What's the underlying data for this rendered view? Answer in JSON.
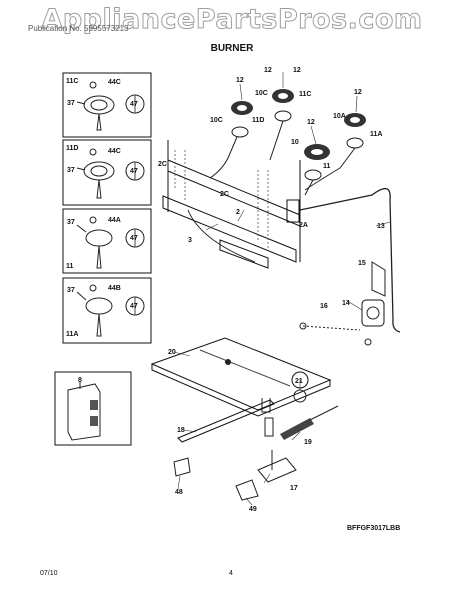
{
  "watermark": "AppliancePartsPros.com",
  "header": {
    "subtitle": "Publication No. 5995573213",
    "title": "BURNER"
  },
  "callouts": {
    "c11C": "11C",
    "c11D": "11D",
    "c11": "11",
    "c11A": "11A",
    "c44C": "44C",
    "c44A": "44A",
    "c44B": "44B",
    "c37": "37",
    "c47": "47",
    "c12": "12",
    "c10": "10",
    "c10A": "10A",
    "c10C": "10C",
    "c2": "2",
    "c2A": "2A",
    "c2C": "2C",
    "c3": "3",
    "c13": "13",
    "c14": "14",
    "c15": "15",
    "c16": "16",
    "c8": "8",
    "c17": "17",
    "c18": "18",
    "c19": "19",
    "c20": "20",
    "c21": "21",
    "c48": "48",
    "c49": "49"
  },
  "diagram_code": "BFFGF3017LBB",
  "footer": {
    "date": "07/10",
    "page": "4"
  }
}
